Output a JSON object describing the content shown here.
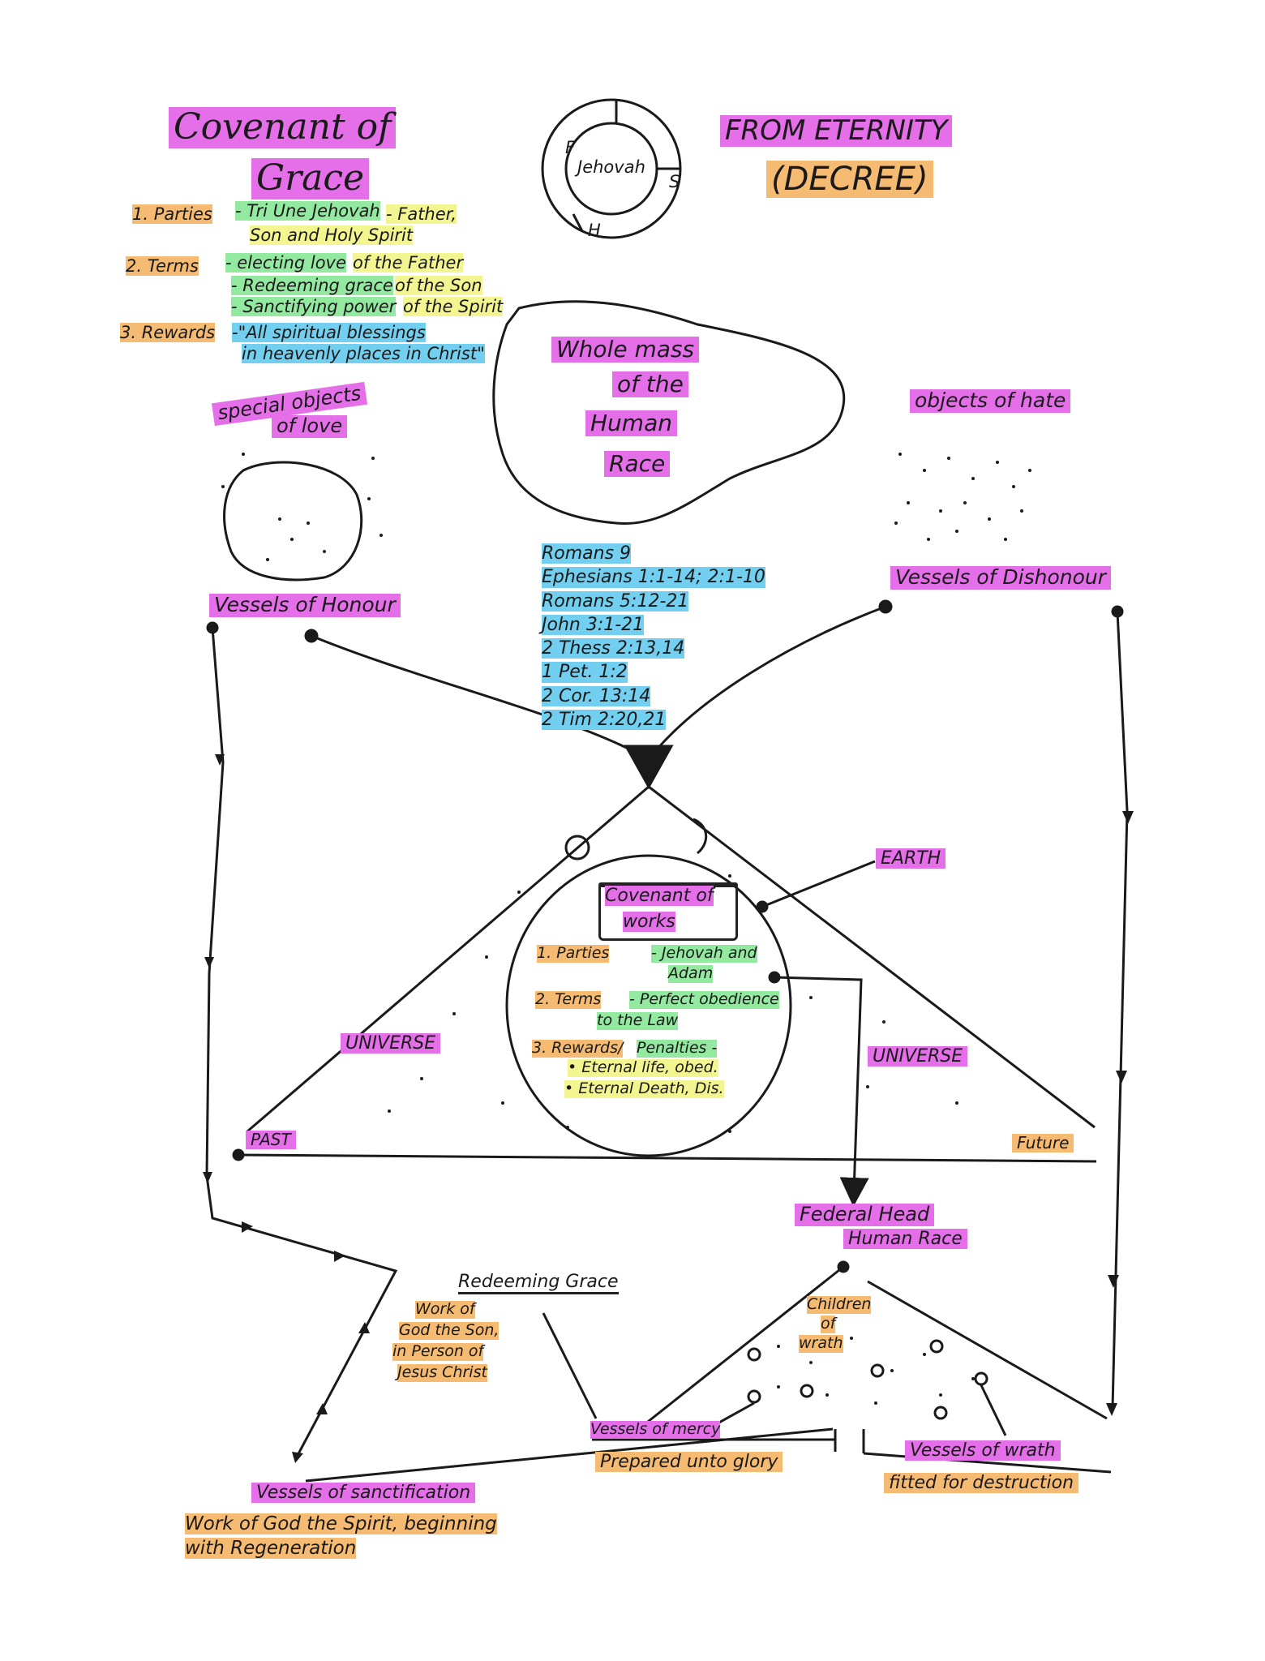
{
  "covenant_of_grace": {
    "title_line1": "Covenant of",
    "title_line2": "Grace",
    "parties_label": "1. Parties",
    "parties_text1": "- Tri Une Jehovah",
    "parties_text2": "- Father,",
    "parties_text3": "Son and Holy Spirit",
    "terms_label": "2. Terms",
    "terms_1a": "- electing love",
    "terms_1b": "of the Father",
    "terms_2a": "- Redeeming grace",
    "terms_2b": "of the Son",
    "terms_3a": "- Sanctifying power",
    "terms_3b": "of the Spirit",
    "rewards_label": "3. Rewards",
    "rewards_text1": "-\"All spiritual blessings",
    "rewards_text2": "in heavenly places in Christ\""
  },
  "trinity_circle": {
    "center": "Jehovah",
    "f": "F",
    "s": "S",
    "h": "H"
  },
  "decree": {
    "line1": "FROM ETERNITY",
    "line2": "(DECREE)"
  },
  "human_race": {
    "line1": "Whole mass",
    "line2": "of the",
    "line3": "Human",
    "line4": "Race"
  },
  "love": {
    "line1": "special objects",
    "line2": "of love",
    "vessels": "Vessels of Honour"
  },
  "hate": {
    "line1": "objects of hate",
    "vessels": "Vessels of Dishonour"
  },
  "references": [
    "Romans 9",
    "Ephesians 1:1-14; 2:1-10",
    "Romans 5:12-21",
    "John 3:1-21",
    "2 Thess 2:13,14",
    "1 Pet. 1:2",
    "2 Cor. 13:14",
    "2 Tim 2:20,21"
  ],
  "covenant_of_works": {
    "title_line1": "Covenant of",
    "title_line2": "works",
    "parties_label": "1. Parties",
    "parties_text1": "- Jehovah and",
    "parties_text2": "Adam",
    "terms_label": "2. Terms",
    "terms_text1": "- Perfect obedience",
    "terms_text2": "to the Law",
    "rewards_label": "3. Rewards/",
    "rewards_label2": "Penalties -",
    "reward1": "• Eternal life, obed.",
    "reward2": "• Eternal Death, Dis."
  },
  "cosmos": {
    "earth": "EARTH",
    "universe_left": "UNIVERSE",
    "universe_right": "UNIVERSE",
    "past": "PAST",
    "future": "Future"
  },
  "federal_head": {
    "line1": "Federal Head",
    "line2": "Human Race"
  },
  "redeeming_grace": {
    "title": "Redeeming Grace",
    "line1": "Work of",
    "line2": "God the Son,",
    "line3": "in Person of",
    "line4": "Jesus Christ"
  },
  "children_of_wrath": {
    "line1": "Children",
    "line2": "of",
    "line3": "wrath"
  },
  "mercy": {
    "vessels": "Vessels of mercy",
    "desc": "Prepared unto glory"
  },
  "wrath": {
    "vessels": "Vessels of wrath",
    "desc": "fitted for destruction"
  },
  "sanctification": {
    "vessels": "Vessels of sanctification",
    "desc1": "Work of God the Spirit, beginning",
    "desc2": "with Regeneration"
  },
  "colors": {
    "magenta": "#e46fe9",
    "orange": "#f6bb72",
    "green": "#93e9a0",
    "yellow": "#f3f590",
    "blue": "#72cfef"
  }
}
